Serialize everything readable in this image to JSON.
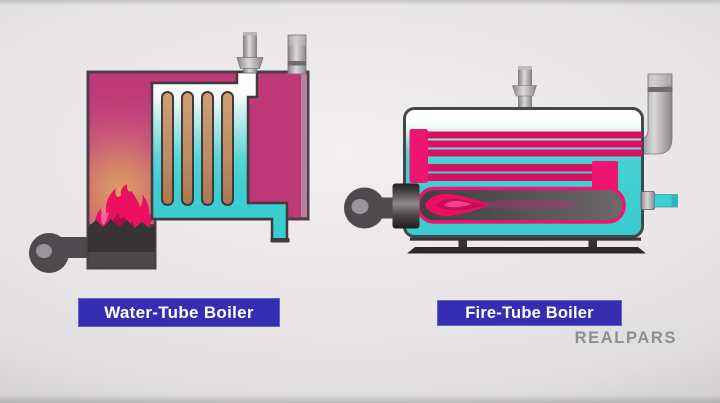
{
  "scene": {
    "description": "Side-by-side illustration comparing two boiler types"
  },
  "labels": {
    "left": "Water-Tube Boiler",
    "right": "Fire-Tube Boiler"
  },
  "logo": {
    "text": "REALPARS"
  },
  "colors": {
    "background_gray": "#e7e5e6",
    "magenta_hot_gas": "#c23a78",
    "glow_orange": "#dc9e60",
    "flame_crimson": "#ec0f61",
    "water_cyan": "#3ecdd2",
    "tube_tan": "#c2906a",
    "fire_tube_crimson": "#da1162",
    "header_pink": "#ee1570",
    "metal_dark": "#4e4b4e",
    "label_blue": "#352eb3",
    "label_text": "#ffffff",
    "logo_gray": "#8e8e90"
  }
}
